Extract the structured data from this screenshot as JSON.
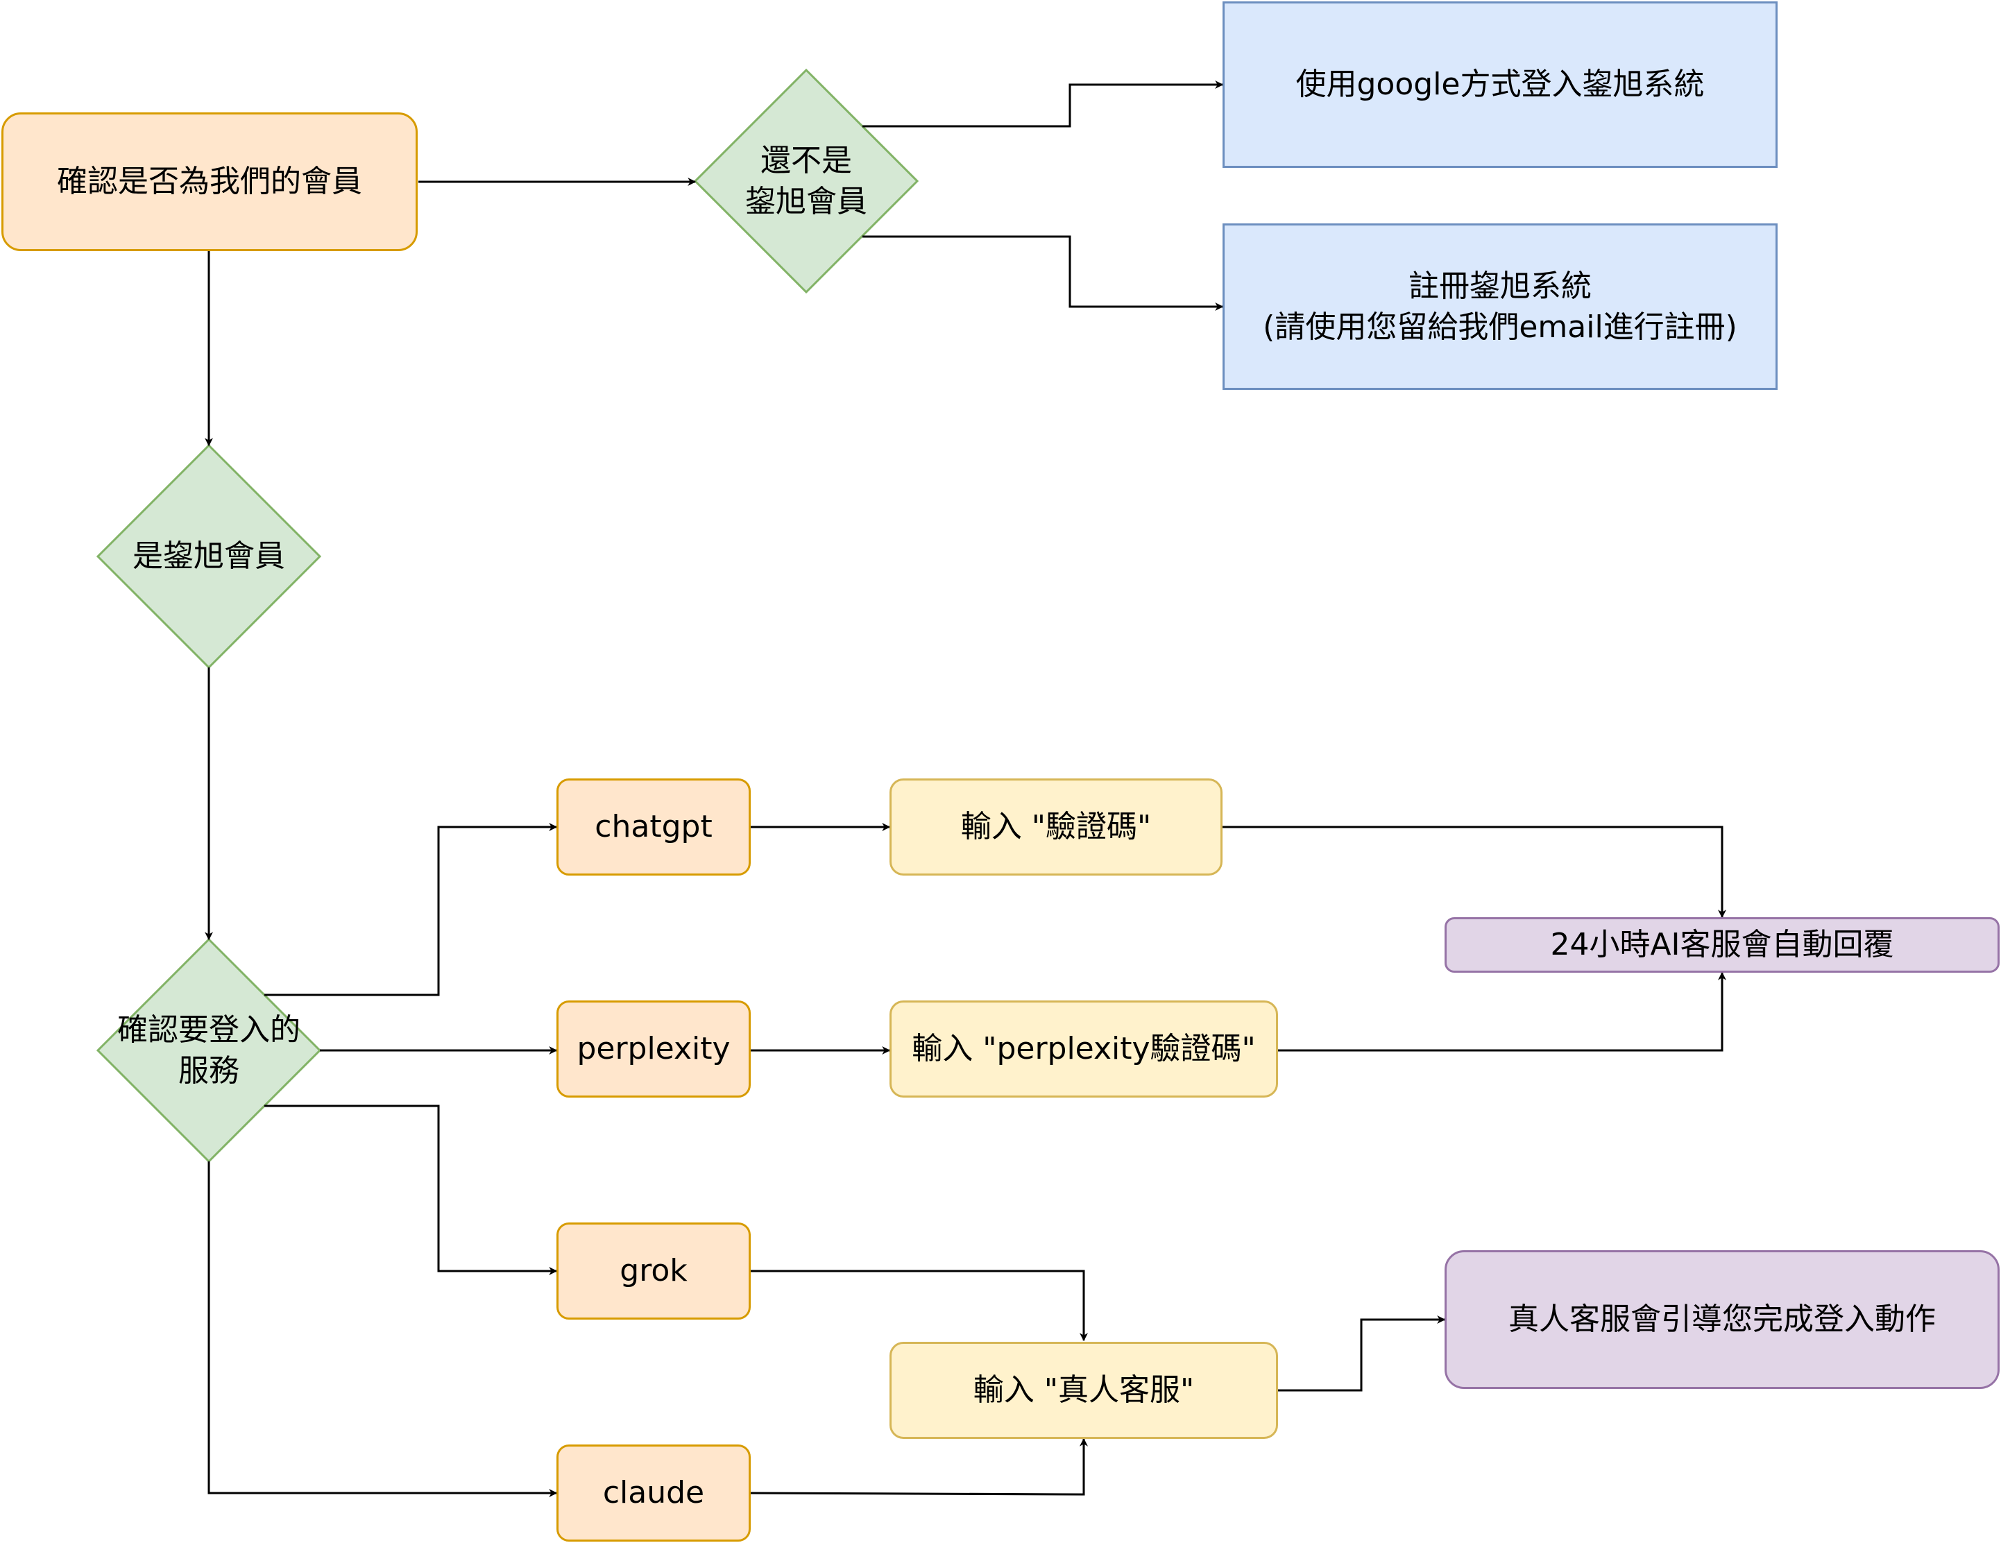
{
  "nodes": {
    "check_member": "確認是否為我們的會員",
    "not_member": "還不是\n鋆旭會員",
    "google_login": "使用google方式登入鋆旭系統",
    "register": "註冊鋆旭系統\n(請使用您留給我們email進行註冊)",
    "is_member": "是鋆旭會員",
    "choose_service": "確認要登入的\n服務",
    "chatgpt": "chatgpt",
    "perplexity": "perplexity",
    "grok": "grok",
    "claude": "claude",
    "input_code": "輸入 \"驗證碼\"",
    "input_perplexity_code": "輸入 \"perplexity驗證碼\"",
    "input_human": "輸入 \"真人客服\"",
    "ai_reply": "24小時AI客服會自動回覆",
    "human_guide": "真人客服會引導您完成登入動作"
  },
  "colors": {
    "orange_fill": "#ffe6cc",
    "orange_stroke": "#d79b00",
    "green_fill": "#d5e8d4",
    "green_stroke": "#82b366",
    "blue_fill": "#dae8fc",
    "blue_stroke": "#6c8ebf",
    "yellow_fill": "#fff2cc",
    "yellow_stroke": "#d6b656",
    "purple_fill": "#e1d5e7",
    "purple_stroke": "#9673a6",
    "edge": "#000000"
  }
}
